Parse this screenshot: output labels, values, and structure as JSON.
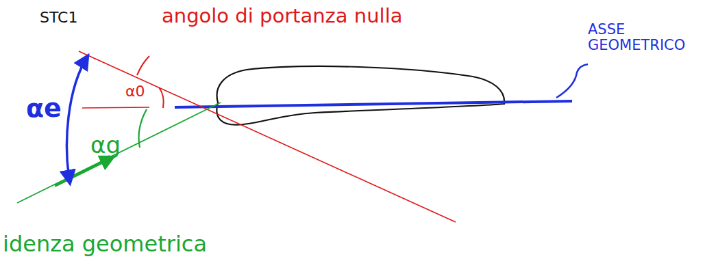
{
  "diagram": {
    "labels": [
      "STC1",
      "angolo di portanza nulla",
      "ASSE GEOMETRICO",
      "αe",
      "α0",
      "αg",
      "idenza geometrica"
    ]
  }
}
